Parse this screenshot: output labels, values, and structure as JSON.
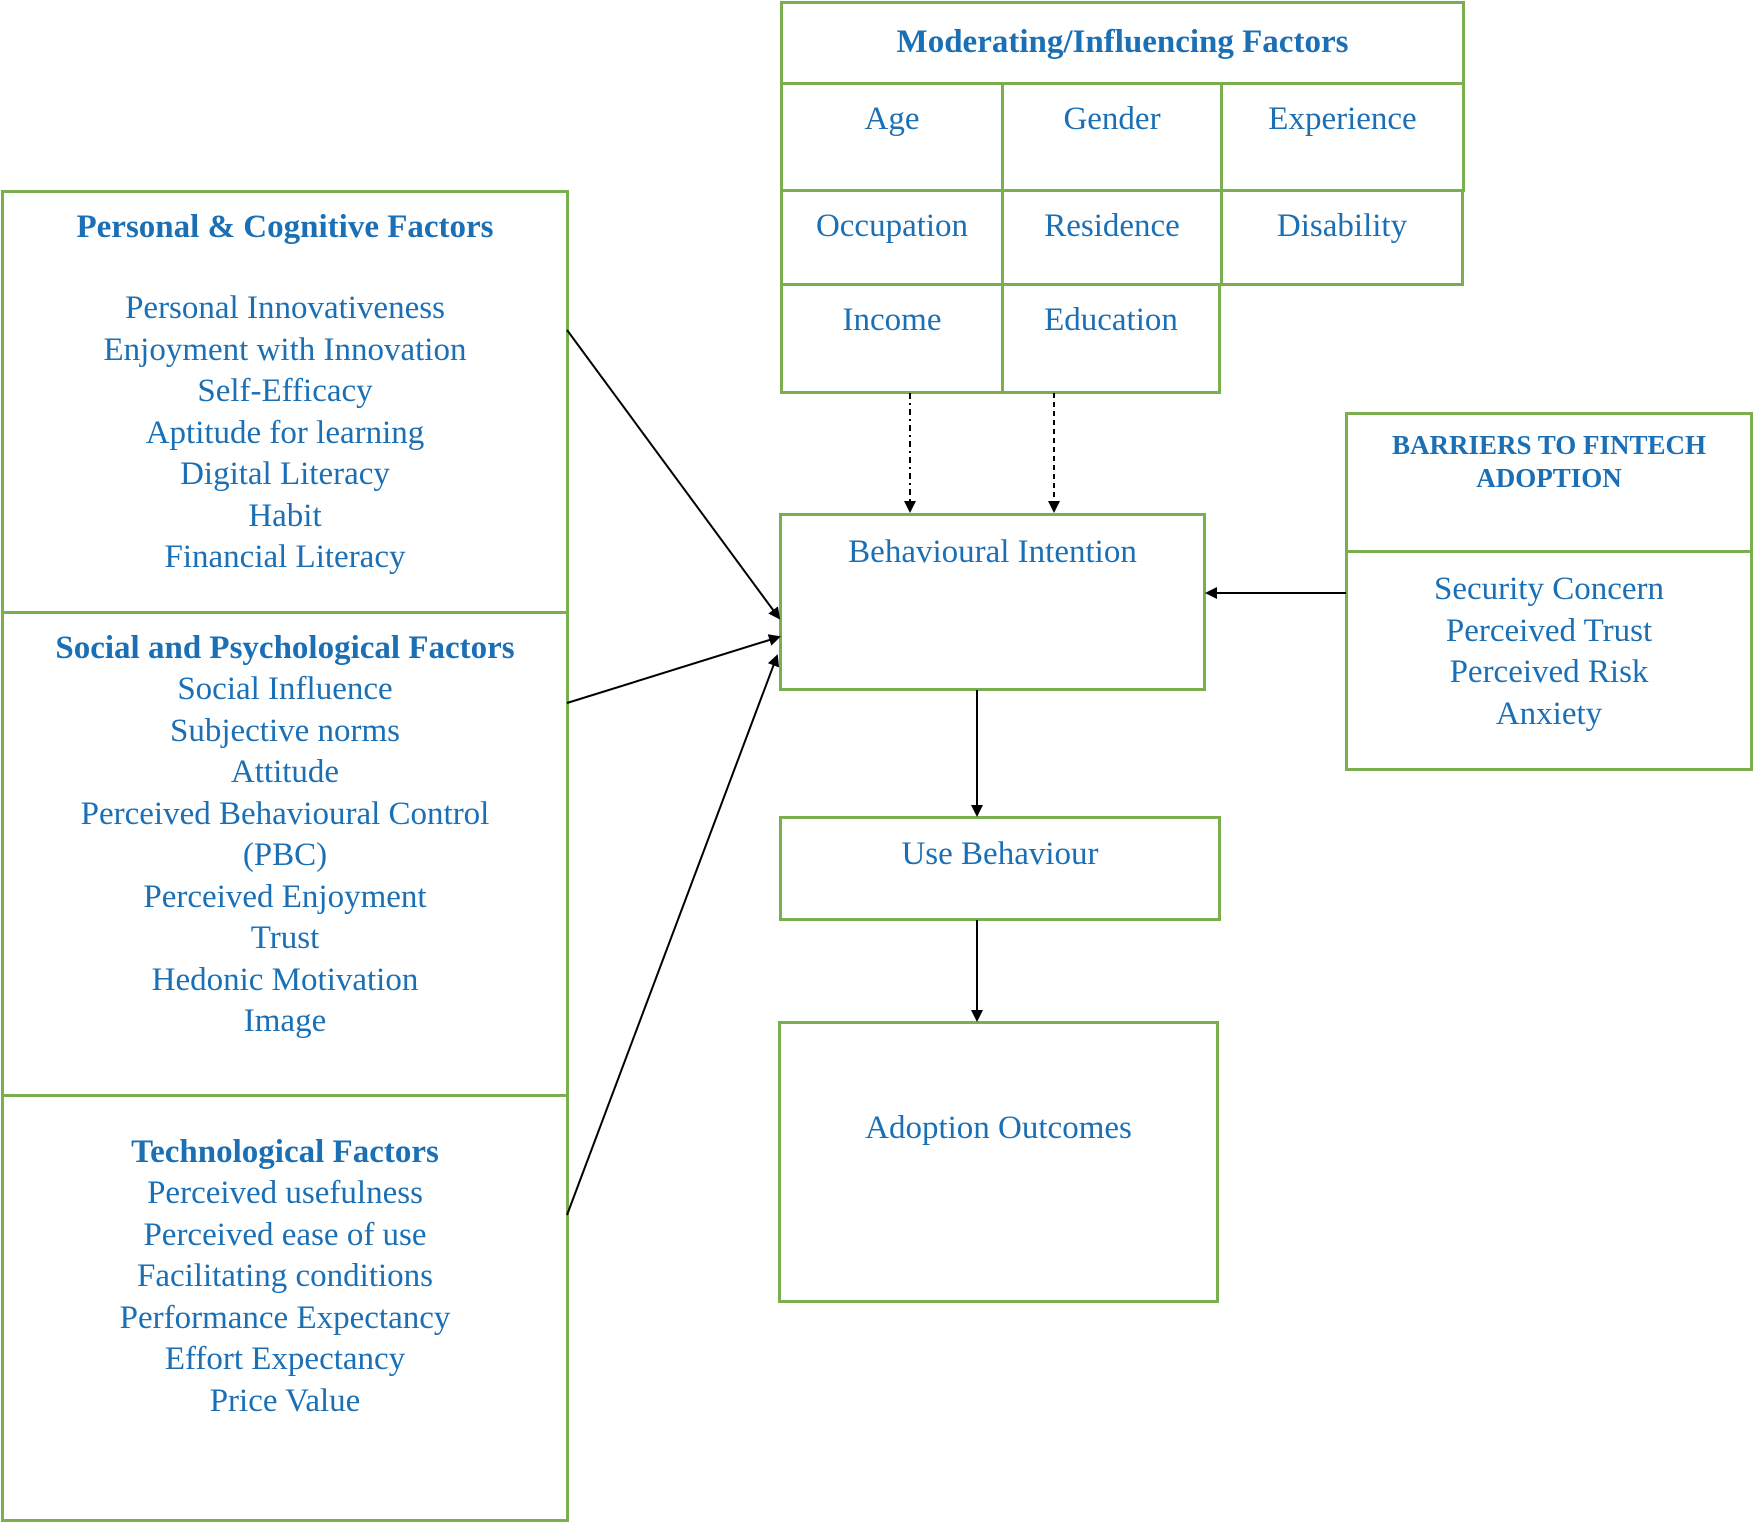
{
  "colors": {
    "border": "#7aae4e",
    "text": "#1a6fb5",
    "arrow": "#000000"
  },
  "moderating": {
    "title": "Moderating/Influencing Factors",
    "cells": [
      "Age",
      "Gender",
      "Experience",
      "Occupation",
      "Residence",
      "Disability",
      "Income",
      "Education"
    ]
  },
  "personal": {
    "title": "Personal & Cognitive Factors",
    "items": [
      "Personal Innovativeness",
      "Enjoyment with Innovation",
      "Self-Efficacy",
      "Aptitude for learning",
      "Digital Literacy",
      "Habit",
      "Financial Literacy"
    ]
  },
  "social": {
    "title": "Social and Psychological Factors",
    "items": [
      "Social Influence",
      "Subjective norms",
      "Attitude",
      "Perceived Behavioural Control",
      "(PBC)",
      "Perceived Enjoyment",
      "Trust",
      "Hedonic Motivation",
      "Image"
    ]
  },
  "technological": {
    "title": "Technological Factors",
    "items": [
      "Perceived usefulness",
      "Perceived ease of use",
      "Facilitating conditions",
      "Performance Expectancy",
      "Effort Expectancy",
      "Price Value"
    ]
  },
  "barriers": {
    "title_line1": "BARRIERS TO FINTECH",
    "title_line2": "ADOPTION",
    "items": [
      "Security Concern",
      "Perceived Trust",
      "Perceived Risk",
      "Anxiety"
    ]
  },
  "behavioural_intention": "Behavioural Intention",
  "use_behaviour": "Use Behaviour",
  "adoption_outcomes": "Adoption Outcomes"
}
